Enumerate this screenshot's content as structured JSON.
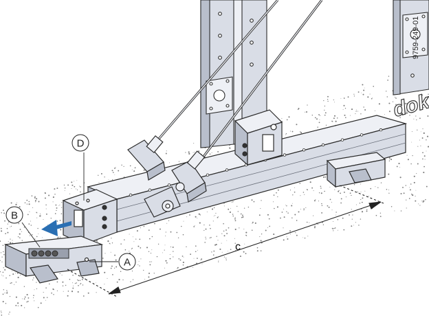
{
  "figure": {
    "drawing_code": "9759-249-01",
    "callouts": [
      {
        "id": "A",
        "label": "A"
      },
      {
        "id": "B",
        "label": "B"
      },
      {
        "id": "D",
        "label": "D"
      }
    ],
    "dimension_label": "c",
    "logo_lettering": "dok",
    "colors": {
      "steel": "#d9dde6",
      "steel_dark": "#b9bfcc",
      "steel_light": "#eef0f5",
      "outline": "#2b2b2b",
      "arrow_blue": "#2a6fb3",
      "gravel": "#7d7d7d"
    }
  }
}
